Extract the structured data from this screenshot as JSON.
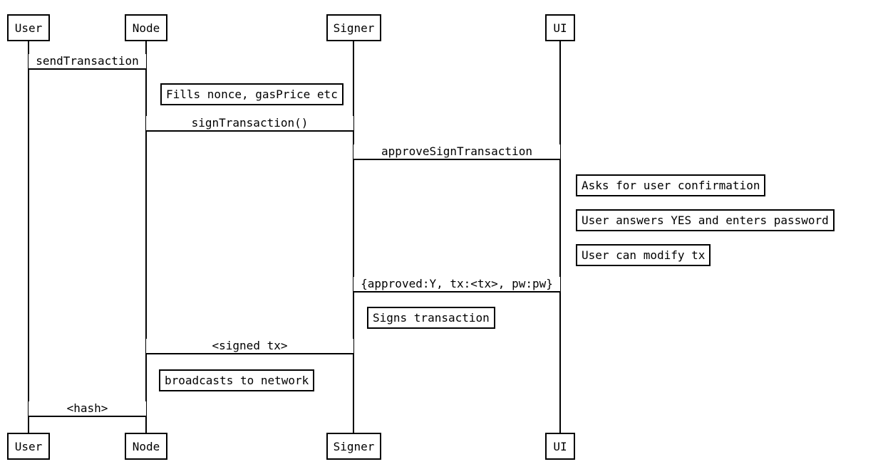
{
  "diagram": {
    "title": "transaction signing sequence diagram",
    "actors": [
      {
        "label": "User"
      },
      {
        "label": "Node"
      },
      {
        "label": "Signer"
      },
      {
        "label": "UI"
      }
    ],
    "messages": [
      {
        "from": "User",
        "to": "Node",
        "label": "sendTransaction"
      },
      {
        "from": "Node",
        "to": "Signer",
        "label": "signTransaction()"
      },
      {
        "from": "Signer",
        "to": "UI",
        "label": "approveSignTransaction"
      },
      {
        "from": "UI",
        "to": "Signer",
        "label": "{approved:Y, tx:<tx>, pw:pw}"
      },
      {
        "from": "Signer",
        "to": "Node",
        "label": "<signed tx>"
      },
      {
        "from": "Node",
        "to": "User",
        "label": "<hash>"
      }
    ],
    "notes": [
      {
        "over": "Node",
        "label": "Fills nonce, gasPrice etc"
      },
      {
        "over": "UI",
        "label": "Asks for user confirmation"
      },
      {
        "over": "UI",
        "label": "User answers YES and enters password"
      },
      {
        "over": "UI",
        "label": "User can modify tx"
      },
      {
        "over": "Signer",
        "label": "Signs transaction"
      },
      {
        "over": "Node",
        "label": "broadcasts to network"
      }
    ],
    "colors": {
      "line": "#000000",
      "background": "#ffffff",
      "text": "#000000"
    }
  }
}
